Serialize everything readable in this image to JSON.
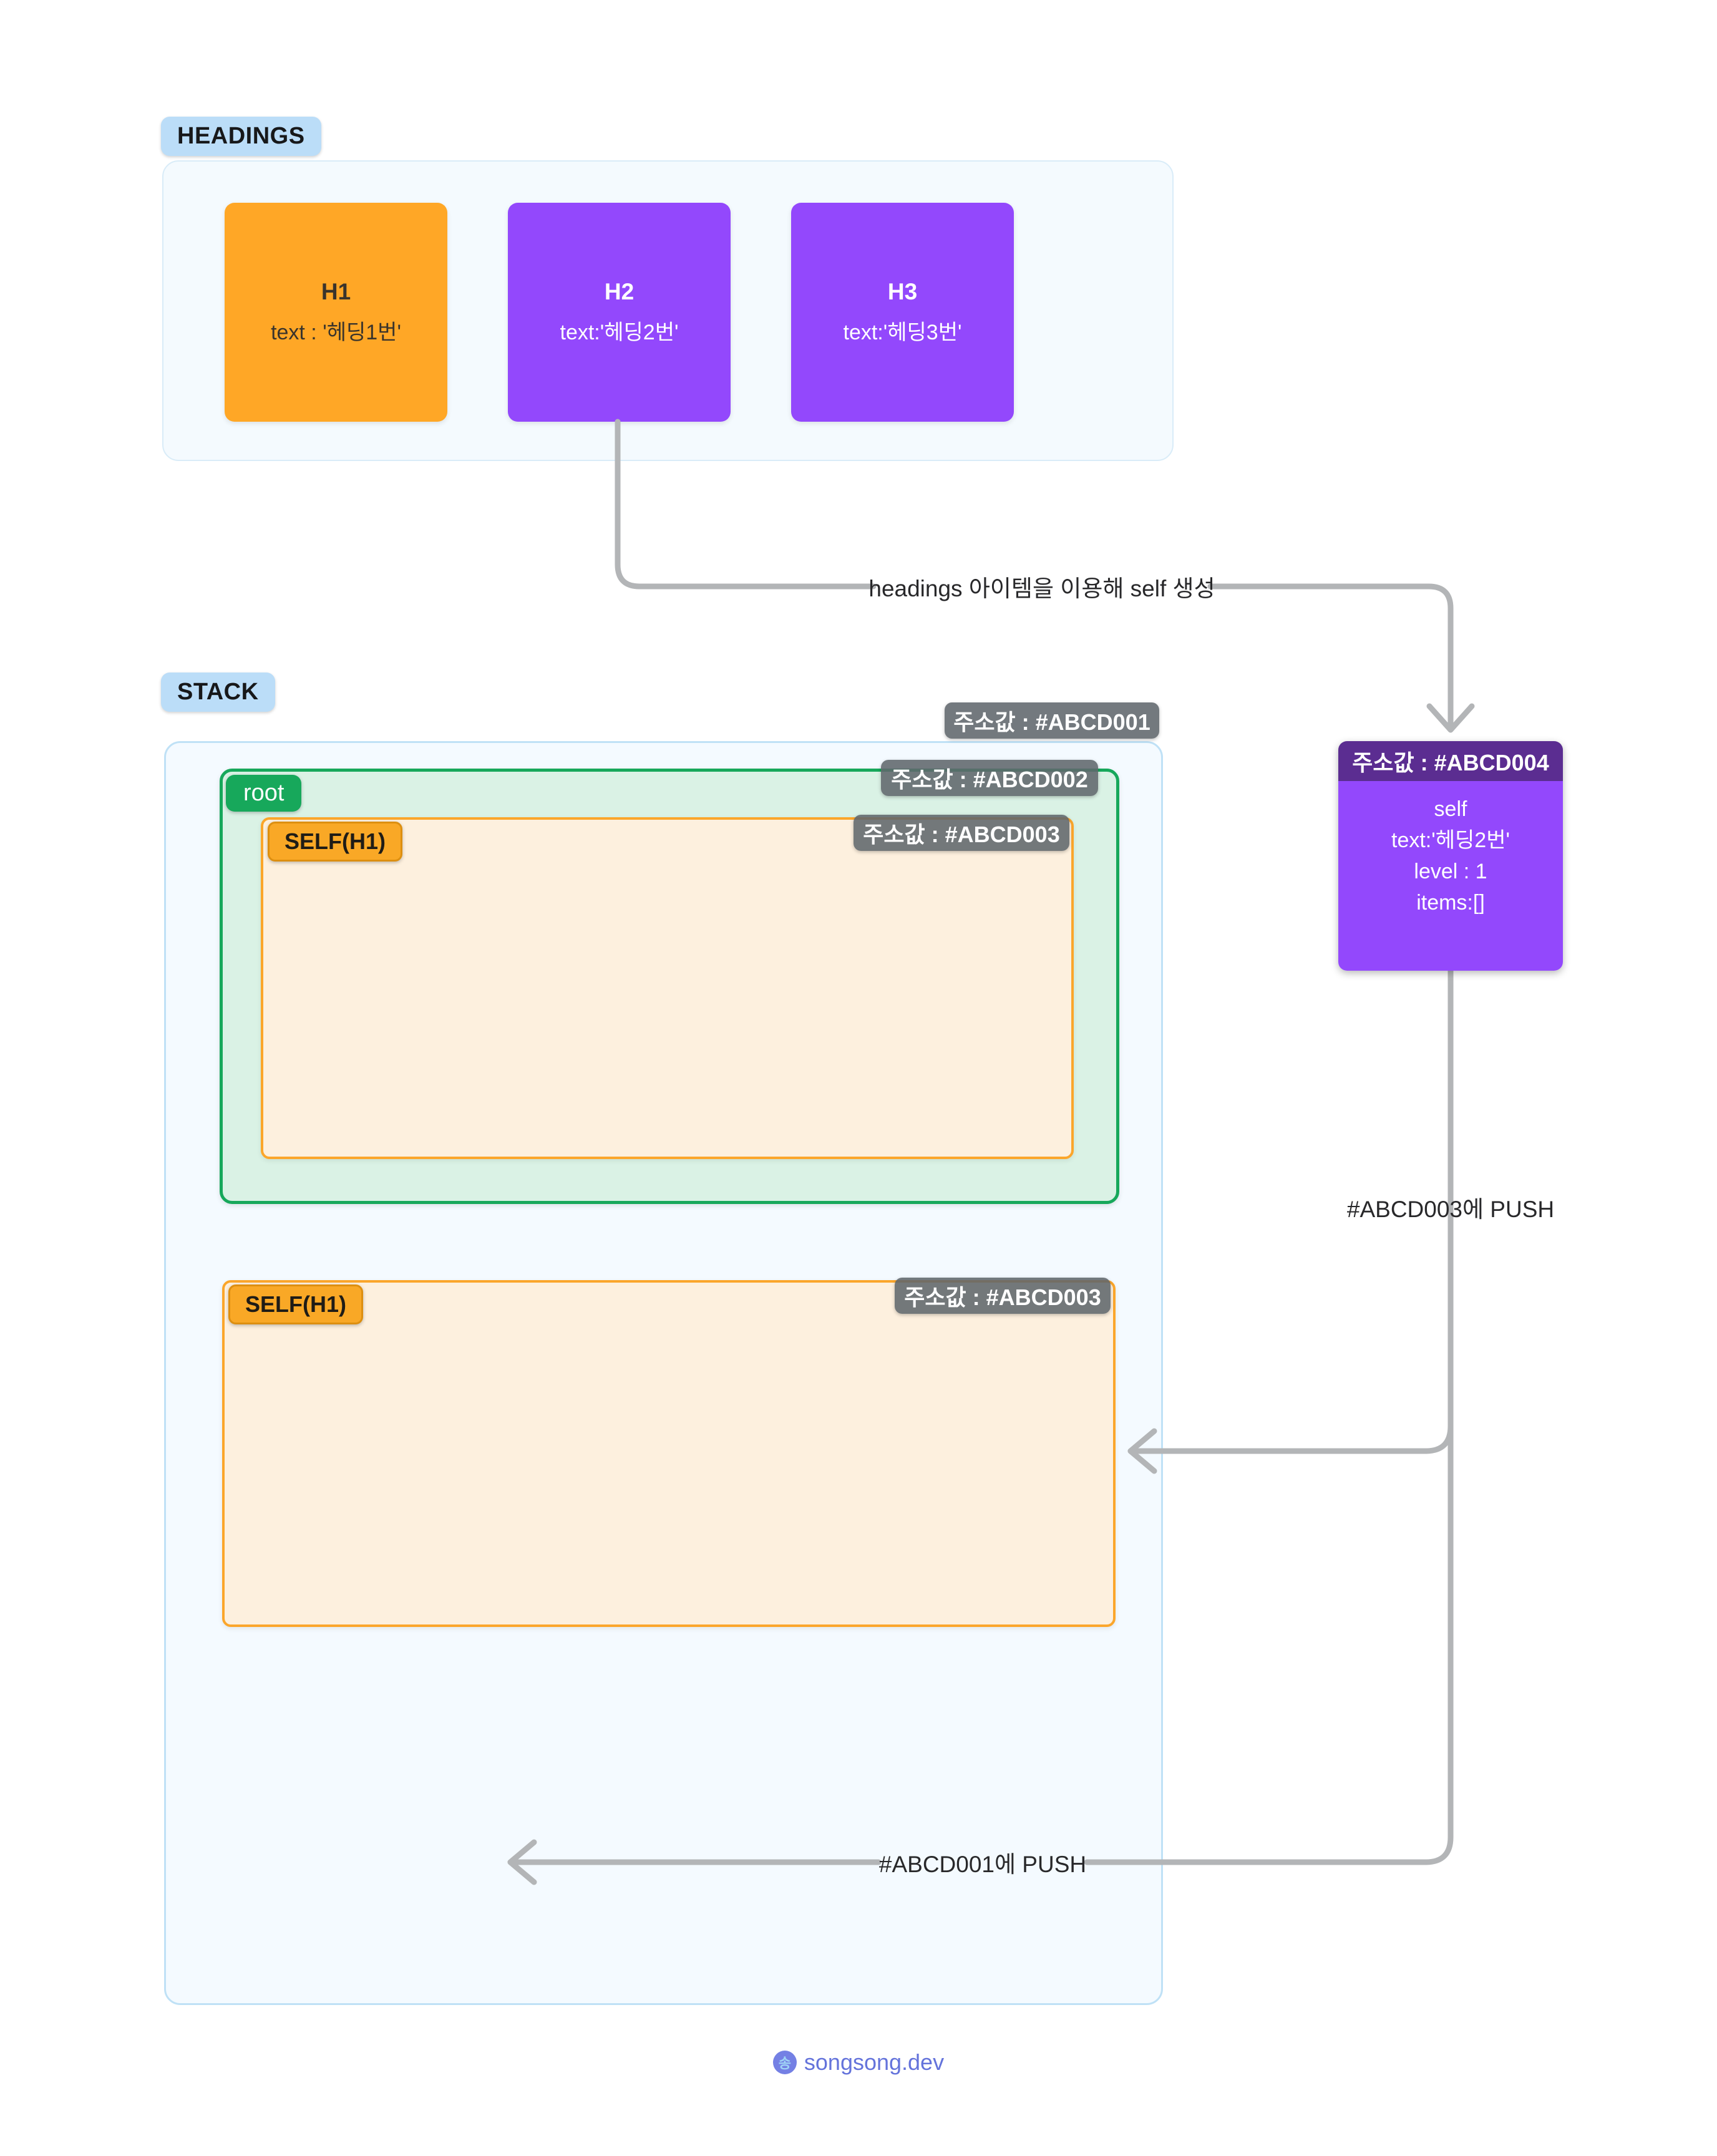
{
  "headings_section": {
    "label": "HEADINGS",
    "cards": [
      {
        "title": "H1",
        "text": "text : '헤딩1번'",
        "fill": "#FFA726",
        "text_color": "#3A342C"
      },
      {
        "title": "H2",
        "text": "text:'헤딩2번'",
        "fill": "#9348FC",
        "text_color": "#FFFFFF"
      },
      {
        "title": "H3",
        "text": "text:'헤딩3번'",
        "fill": "#9348FC",
        "text_color": "#FFFFFF"
      }
    ]
  },
  "stack_section": {
    "label": "STACK",
    "address_badge": "주소값 : #ABCD001",
    "root_box": {
      "label": "root",
      "address_badge": "주소값 : #ABCD002",
      "self_box": {
        "label": "SELF(H1)",
        "address_badge": "주소값 : #ABCD003"
      }
    },
    "popped_self_box": {
      "label": "SELF(H1)",
      "address_badge": "주소값 : #ABCD003"
    }
  },
  "self_node": {
    "address_badge": "주소값 : #ABCD004",
    "lines": [
      "self",
      "text:'헤딩2번'",
      "level : 1",
      "items:[]"
    ]
  },
  "arrows": {
    "create_self_label": "headings 아이템을 이용해 self 생성",
    "push_abcd003_label": "#ABCD003에 PUSH",
    "push_abcd001_label": "#ABCD001에 PUSH"
  },
  "footer": {
    "logo_char": "송",
    "brand": "songsong.dev"
  },
  "colors": {
    "heading_h1_fill": "#FFA726",
    "heading_h_purple_fill": "#9348FC",
    "section_pill_fill": "#BBDDF8",
    "stack_container_fill": "#F4FAFF",
    "stack_container_border": "#BFE1F6",
    "root_green_border": "#17A85B",
    "root_green_fill": "#DAF2E5",
    "self_cream_fill": "#FDF0DE",
    "self_orange_border": "#FBA62B",
    "address_badge_gray": "#8A9096",
    "self_node_header": "#5B2D91",
    "self_node_body": "#9348FC",
    "arrow_gray": "#B3B5B7",
    "footer_logo": "#7480E4",
    "footer_text": "#6473DB"
  }
}
